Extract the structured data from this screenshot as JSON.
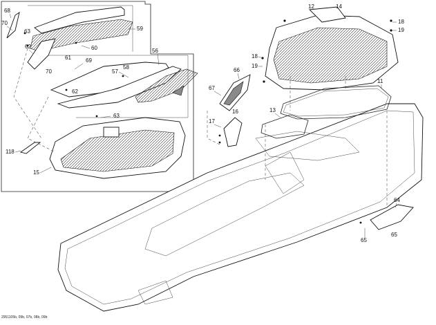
{
  "diagram": {
    "callouts": {
      "c68": "68",
      "c70a": "70",
      "c63a": "63",
      "c59": "59",
      "c62a": "62",
      "c60": "60",
      "c61": "61",
      "c56": "56",
      "c69": "69",
      "c70b": "70",
      "c58": "58",
      "c57": "57",
      "c62b": "62",
      "c53": "63",
      "c118": "118",
      "c15": "15",
      "c67": "67",
      "c66": "66",
      "c17": "17",
      "c16": "16",
      "c12": "12",
      "c14": "14",
      "c18a": "18",
      "c19a": "19",
      "c18b": "18",
      "c19b": "19",
      "c11": "11",
      "c13": "13",
      "c64": "64",
      "c65a": "65",
      "c65b": "65"
    },
    "footer": "2951105b, 09b, 07b, 08b, 09b"
  }
}
